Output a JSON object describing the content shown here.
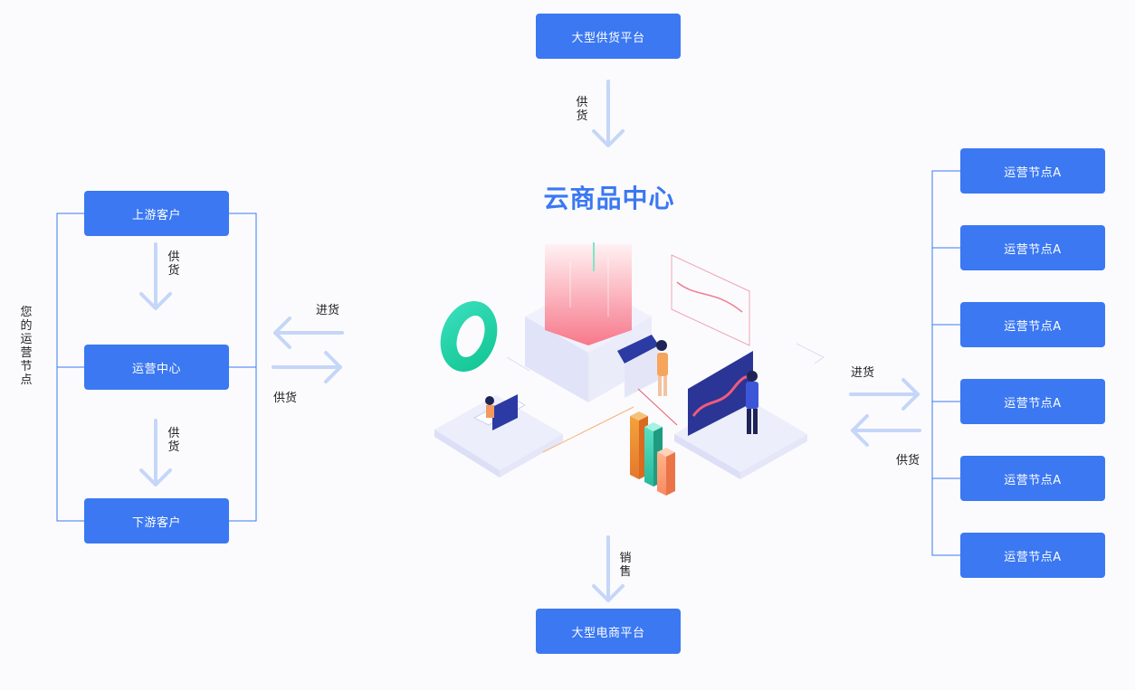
{
  "center": {
    "title": "云商品中心"
  },
  "top": {
    "platform": "大型供货平台",
    "supply": "供货"
  },
  "bottom": {
    "platform": "大型电商平台",
    "sales": "销售"
  },
  "left": {
    "group_label": "您的运营节点",
    "upstream": "上游客户",
    "center": "运营中心",
    "downstream": "下游客户",
    "supply_1": "供货",
    "supply_2": "供货",
    "stock_in": "进货",
    "supply_out": "供货"
  },
  "right": {
    "stock_in": "进货",
    "supply": "供货",
    "nodes": [
      "运营节点A",
      "运营节点A",
      "运营节点A",
      "运营节点A",
      "运营节点A",
      "运营节点A"
    ]
  },
  "colors": {
    "accent": "#3b78f2",
    "arrow": "#c5d6f8",
    "line": "#3b78f2"
  }
}
